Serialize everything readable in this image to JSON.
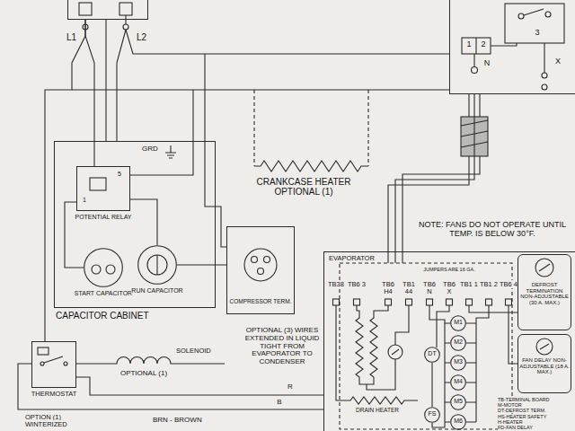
{
  "diagram": {
    "nodes": [
      {
        "text": [
          "L1",
          "L2"
        ]
      },
      {
        "text": [
          "1",
          "2",
          "3",
          "N",
          "X"
        ]
      },
      {
        "text": [
          "CAPACITOR CABINET"
        ]
      },
      {
        "text": [
          "POTENTIAL RELAY"
        ],
        "in": 2
      },
      {
        "text": [
          "START CAPACITOR"
        ],
        "in": 2
      },
      {
        "text": [
          "RUN CAPACITOR"
        ],
        "in": 2
      },
      {
        "text": [
          "COMPRESSOR TERM."
        ]
      },
      {
        "text": [
          "EVAPORATOR"
        ]
      },
      {
        "text": [
          "DEFROST TERMINATION NON-ADJUSTABLE (30 A. MAX.)"
        ],
        "in": 7
      },
      {
        "text": [
          "DT"
        ],
        "in": 7
      },
      {
        "text": [
          "M1"
        ],
        "in": 7
      },
      {
        "text": [
          "M2"
        ],
        "in": 7
      },
      {
        "text": [
          "M3"
        ],
        "in": 7
      },
      {
        "text": [
          "M4"
        ],
        "in": 7
      },
      {
        "text": [
          "M5"
        ],
        "in": 7
      },
      {
        "text": [
          "M6"
        ],
        "in": 7
      },
      {
        "text": [
          "FAN DELAY NON-ADJUSTABLE (18 A. MAX.)"
        ],
        "in": 7
      },
      {
        "text": [
          "FS"
        ],
        "in": 7
      },
      {
        "text": [
          "THERMOSTAT"
        ]
      }
    ],
    "edges": [
      {
        "from": 0,
        "to": 2,
        "arrow": "none"
      },
      {
        "from": 0,
        "to": 3,
        "arrow": "none"
      },
      {
        "from": 0,
        "to": 18,
        "arrow": "none"
      },
      {
        "from": 1,
        "to": 7,
        "arrow": "none"
      },
      {
        "from": 3,
        "to": 4,
        "arrow": "none"
      },
      {
        "from": 3,
        "to": 5,
        "arrow": "none"
      },
      {
        "from": 5,
        "to": 6,
        "arrow": "none"
      },
      {
        "from": 9,
        "to": 17,
        "arrow": "none"
      },
      {
        "from": 7,
        "to": 18,
        "arrow": "none"
      },
      {
        "from": 7,
        "to": 18,
        "arrow": "none"
      }
    ],
    "labels": [
      "GRD",
      "5",
      "1",
      "CRANKCASE HEATER OPTIONAL (1)",
      "NOTE: FANS DO NOT OPERATE UNTIL TEMP. IS BELOW 30°F.",
      "JUMPERS ARE 16 GA.",
      "TB38",
      "TB6 3",
      "TB6 H4",
      "TB1 44",
      "TB6 N",
      "TB6 X",
      "TB1 1",
      "TB1 2",
      "TB6 4",
      "DRAIN HEATER",
      "SOLENOID",
      "OPTIONAL (1)",
      "OPTIONAL (3) WIRES EXTENDED IN LIQUID TIGHT FROM EVAPORATOR TO CONDENSER",
      "R",
      "B",
      "OPTION (1) WINTERIZED",
      "BRN - BROWN",
      "TB-TERMINAL BOARD",
      "M-MOTOR",
      "DT-DEFROST TERM.",
      "HS-HEATER SAFETY",
      "H-HEATER",
      "FD-FAN DELAY"
    ]
  }
}
